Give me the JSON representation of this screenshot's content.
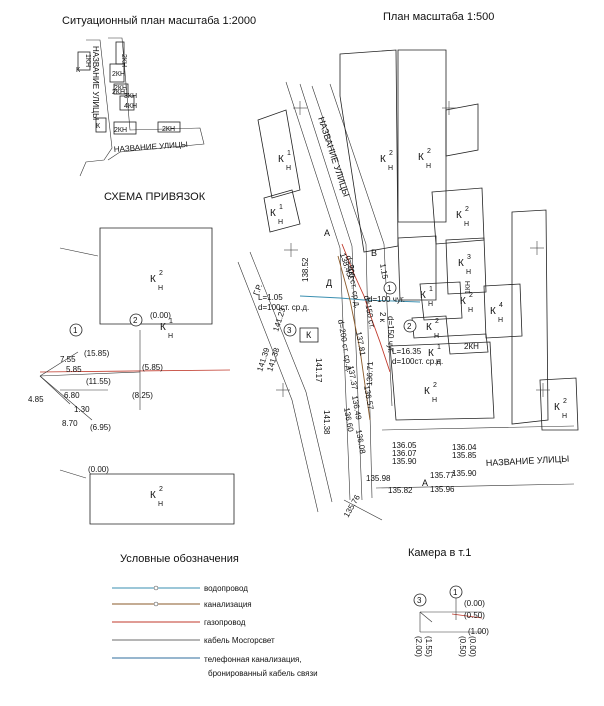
{
  "titles": {
    "situational_plan": "Ситуационный план масштаба 1:2000",
    "plan": "План масштаба 1:500",
    "scheme": "СХЕМА   ПРИВЯЗОК",
    "legend": "Условные обозначения",
    "chamber": "Камера в т.1"
  },
  "small_plan": {
    "street_vertical": "НАЗВАНИЕ УЛИЦЫ",
    "street_horizontal": "НАЗВАНИЕ  УЛИЦЫ",
    "labels": [
      "2КН",
      "1КН",
      "К",
      "2КН",
      "2КН",
      "3КН",
      "2КН",
      "4КН",
      "К",
      "2КН",
      "2КН"
    ]
  },
  "main_plan": {
    "street_vertical": "НАЗВАНИЕ  УЛИЦЫ",
    "street_horizontal": "НАЗВАНИЕ  УЛИЦЫ",
    "building_codes": {
      "b1": {
        "k": "К",
        "sup": "1",
        "sub": "Н"
      },
      "b2": {
        "k": "К",
        "sup": "2",
        "sub": "Н"
      },
      "b3": {
        "k": "К",
        "sup": "1",
        "sub": "Н"
      },
      "b4": {
        "k": "К",
        "sup": "2",
        "sub": "Н"
      },
      "b5": {
        "k": "К",
        "sup": "3",
        "sub": "Н"
      },
      "b6": {
        "k": "К",
        "sup": "2",
        "sub": "Н"
      },
      "b7": {
        "k": "К",
        "sup": "4",
        "sub": "Н"
      },
      "b8": {
        "k": "К",
        "sup": "2",
        "sub": "Н"
      },
      "b9": {
        "k": "К",
        "sup": "1",
        "sub": "Н"
      },
      "b10": {
        "k": "К",
        "sup": "2",
        "sub": "Н"
      },
      "b11": {
        "k": "К",
        "sup": "2",
        "sub": "Н"
      },
      "b12": {
        "k": "К",
        "sup": "2",
        "sub": "Н"
      },
      "b13": {
        "k": "К",
        "sup": "1",
        "sub": "Н"
      }
    },
    "letters": {
      "a1": "А",
      "b": "В",
      "d": "Д",
      "a2": "А",
      "gr": "Г.Р.",
      "k": "К",
      "two_k": "2 к",
      "two_kn": "2КН",
      "one_kn": "1КН"
    },
    "elevations": [
      "138.52",
      "138.45",
      "141.23",
      "141.38",
      "141.39",
      "141.17",
      "141.38",
      "137.81",
      "137.37",
      "136.57",
      "136.49",
      "136.71",
      "136.60",
      "136.08",
      "136.05",
      "136.07",
      "135.90",
      "136.04",
      "135.85",
      "135.90",
      "135.77",
      "135.98",
      "135.96",
      "135.82",
      "135.76"
    ],
    "pipe_notes": {
      "l1": "L=1.05",
      "d1": "d=100ст. ср.д.",
      "d2": "d=200 ст. ср.д.",
      "d3": "d=150 ст.",
      "d4": "d=200 ст. ср.д.",
      "d5": "d=150 чуг.",
      "d6": "d=100 чуг.",
      "l2": "L=16.35",
      "d7": "d=100ст. ср.д.",
      "gas_len": "3.05",
      "pipe_len": "1.15"
    },
    "points": {
      "p1": "1",
      "p2": "2",
      "p3": "3"
    }
  },
  "scheme": {
    "building_top": {
      "k": "К",
      "sup": "2",
      "sub": "Н",
      "level": "(0.00)"
    },
    "building_bottom": {
      "k": "К",
      "sup": "2",
      "sub": "Н",
      "level": "(0.00)"
    },
    "building_right": {
      "k": "К",
      "sup": "1",
      "sub": "Н"
    },
    "points": {
      "p1": "1",
      "p2": "2"
    },
    "dims": [
      "7.55",
      "(15.85)",
      "5.85",
      "(5.85)",
      "(11.55)",
      "6.80",
      "4.85",
      "1.30",
      "8.70",
      "(6.95)",
      "(8.25)"
    ]
  },
  "legend": {
    "items": [
      {
        "label": "водопровод",
        "color": "#3a8fb0"
      },
      {
        "label": "канализация",
        "color": "#8a5a2a"
      },
      {
        "label": "газопровод",
        "color": "#c0392b"
      },
      {
        "label": "кабель Мосгорсвет",
        "color": "#6b6b6b"
      },
      {
        "label": "телефонная канализация,",
        "color": "#2f6d9c"
      }
    ],
    "extra_line": "бронированный кабель связи"
  },
  "chamber": {
    "p1": "1",
    "p3": "3",
    "dims": [
      "(0.00)",
      "(0.50)",
      "(1.00)",
      "(1.55)",
      "(2.00)",
      "(0.00)",
      "(0.50)"
    ]
  },
  "colors": {
    "water": "#3a8fb0",
    "sewer": "#8a5a2a",
    "gas": "#c0392b",
    "green": "#3aa83a",
    "red": "#c0392b"
  }
}
